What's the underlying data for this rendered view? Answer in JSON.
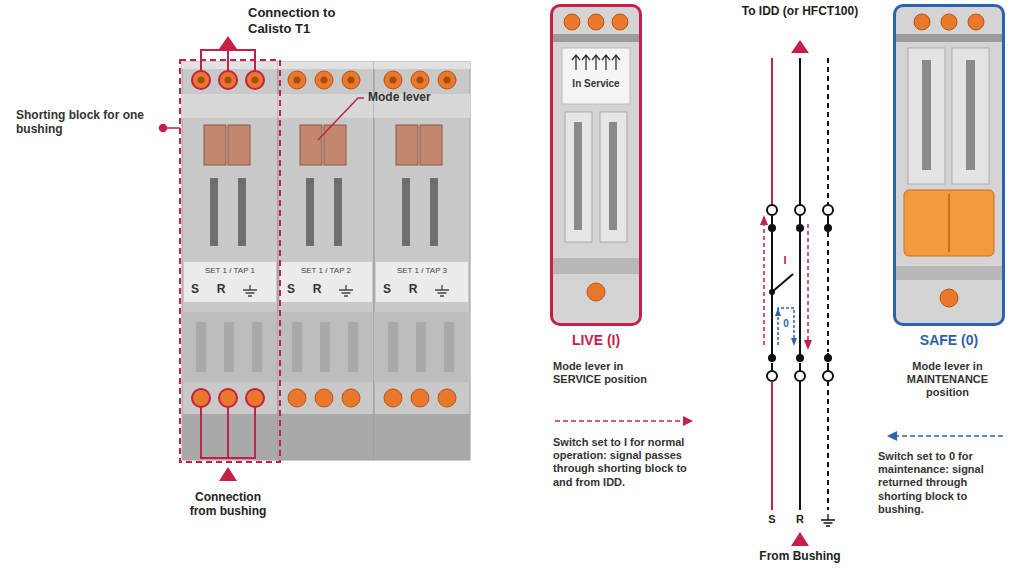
{
  "diagram": {
    "nodes": [
      {
        "text": [
          "LIVE (I)"
        ]
      },
      {
        "text": [
          "SAFE (0)"
        ]
      }
    ],
    "labels": [
      "Connection to Calisto T1",
      "Shorting block for one bushing",
      "Mode lever",
      "SET 1 / TAP 1",
      "S",
      "R",
      "SET 1 / TAP 2",
      "S",
      "R",
      "SET 1 / TAP 3",
      "S",
      "R",
      "Connection from bushing",
      "In Service",
      "Mode lever in SERVICE position",
      "To IDD (or HFCT100)",
      "I",
      "0",
      "S",
      "R",
      "From Bushing",
      "Mode lever in MAINTENANCE position"
    ],
    "legend": [
      {
        "text": "Switch set to I for normal operation: signal passes through shorting block to and from IDD."
      },
      {
        "text": "Switch set to 0 for maintenance: signal returned through shorting block to bushing."
      }
    ]
  }
}
